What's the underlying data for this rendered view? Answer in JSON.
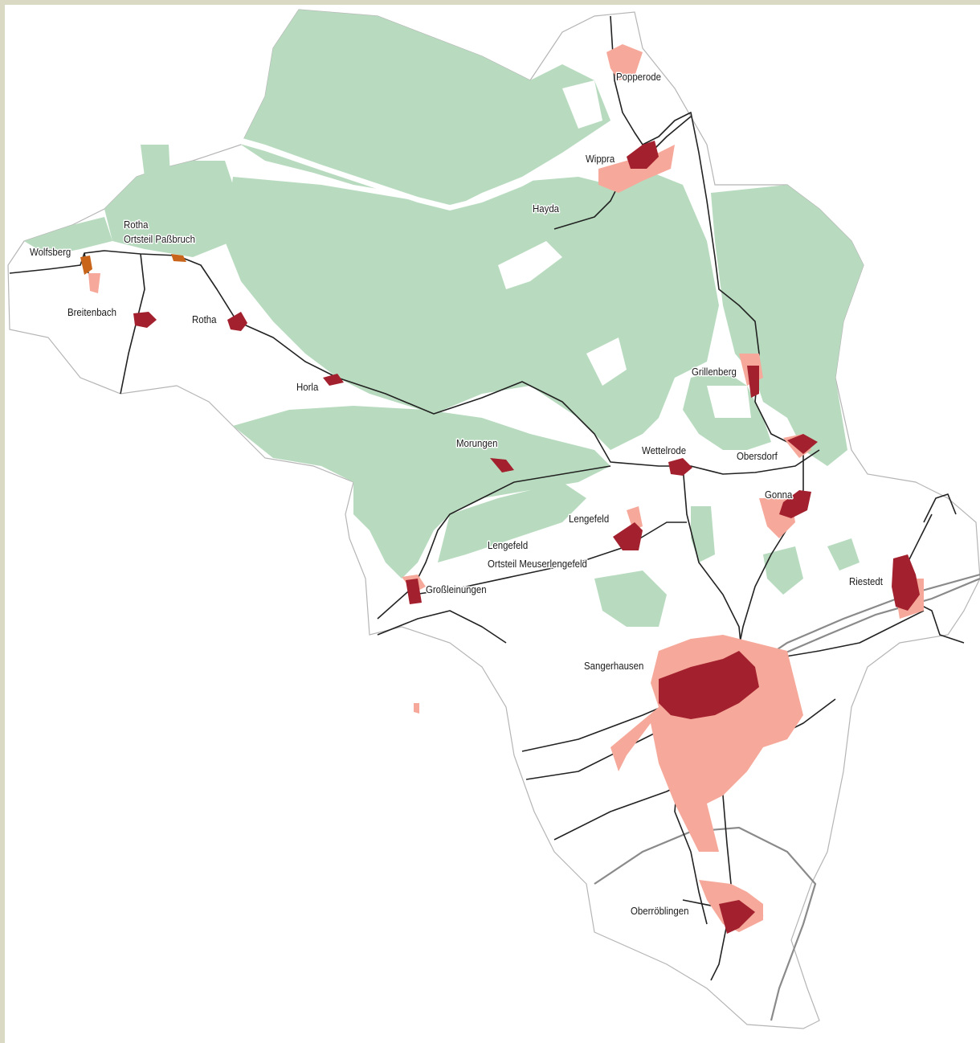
{
  "map": {
    "colors": {
      "background_frame": "#d9d9c4",
      "land": "#ffffff",
      "forest": "#b8dbbf",
      "settlement_core": "#a3212e",
      "settlement_extended": "#f6a99a",
      "hamlet": "#c8651b",
      "road": "#222222",
      "railway": "#8a8a8a"
    },
    "labels": {
      "popperode": "Popperode",
      "wippra": "Wippra",
      "hayda": "Hayda",
      "rotha_passbruch_1": "Rotha",
      "rotha_passbruch_2": "Ortsteil Paßbruch",
      "wolfsberg": "Wolfsberg",
      "breitenbach": "Breitenbach",
      "rotha": "Rotha",
      "horla": "Horla",
      "grillenberg": "Grillenberg",
      "morungen": "Morungen",
      "wettelrode": "Wettelrode",
      "obersdorf": "Obersdorf",
      "gonna": "Gonna",
      "lengefeld": "Lengefeld",
      "lengefeld_meuserlengefeld_1": "Lengefeld",
      "lengefeld_meuserlengefeld_2": "Ortsteil Meuserlengefeld",
      "grossleinungen": "Großleinungen",
      "riestedt": "Riestedt",
      "sangerhausen": "Sangerhausen",
      "oberroeblingen": "Oberröblingen"
    }
  }
}
